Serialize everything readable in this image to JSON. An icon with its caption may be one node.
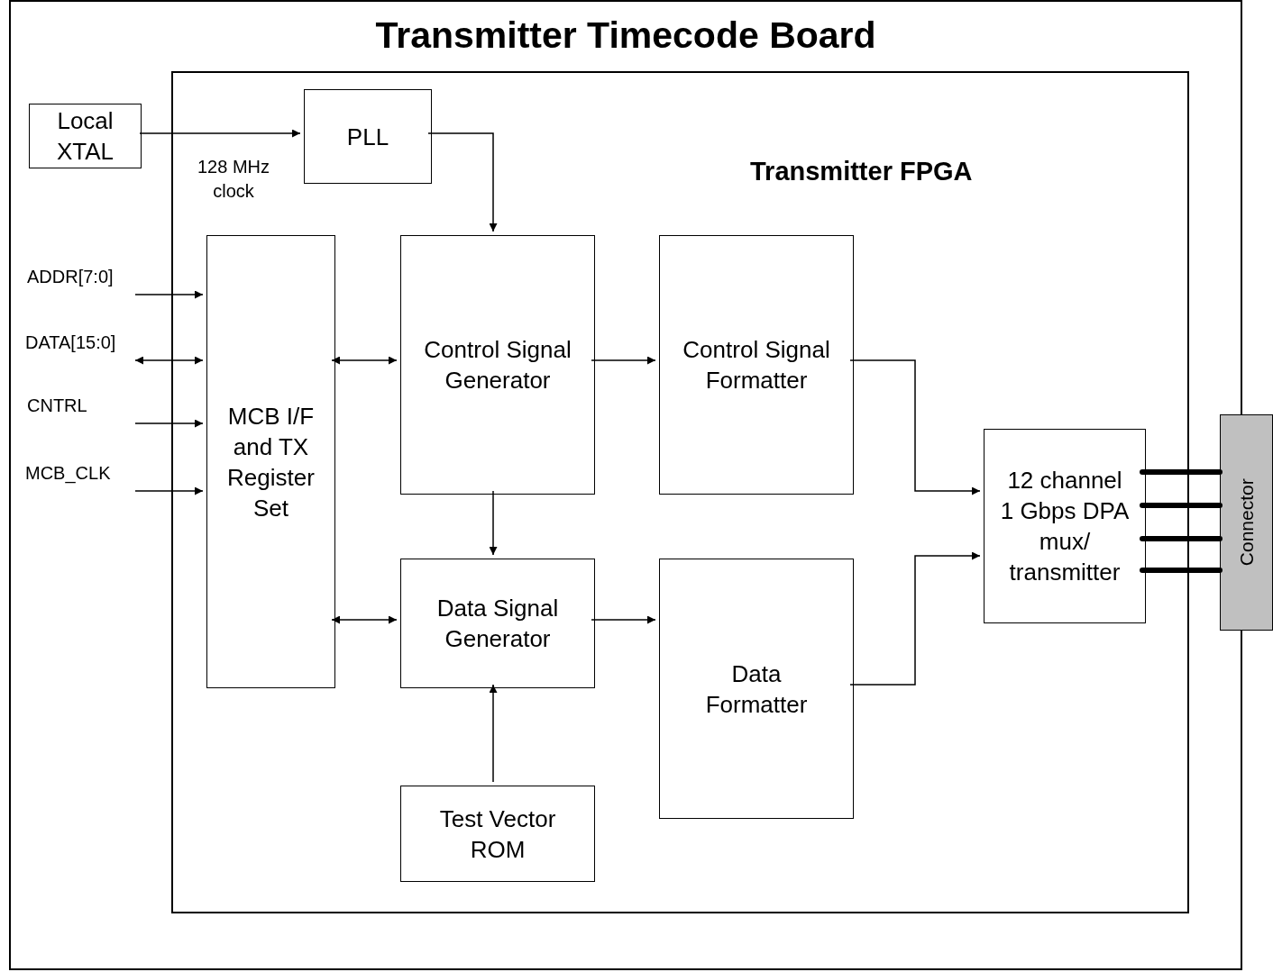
{
  "diagram": {
    "nodes": [
      {
        "text": [
          "Transmitter Timecode Board"
        ]
      },
      {
        "text": [
          "Transmitter FPGA"
        ],
        "in": 0
      },
      {
        "text": [
          "Local XTAL"
        ],
        "in": 0
      },
      {
        "text": [
          "PLL"
        ],
        "in": 1
      },
      {
        "text": [
          "MCB I/F and TX Register Set"
        ],
        "in": 1
      },
      {
        "text": [
          "Control Signal Generator"
        ],
        "in": 1
      },
      {
        "text": [
          "Control Signal Formatter"
        ],
        "in": 1
      },
      {
        "text": [
          "Data Signal Generator"
        ],
        "in": 1
      },
      {
        "text": [
          "Data Formatter"
        ],
        "in": 1
      },
      {
        "text": [
          "Test Vector ROM"
        ],
        "in": 1
      },
      {
        "text": [
          "12 channel 1 Gbps DPA mux/ transmitter"
        ],
        "in": 1
      },
      {
        "text": [
          "Connector"
        ]
      }
    ],
    "edges": [
      {
        "from": null,
        "to": 4,
        "arrow": "to",
        "label": "ADDR[7:0]"
      },
      {
        "from": null,
        "to": 4,
        "arrow": "both",
        "label": "DATA[15:0]"
      },
      {
        "from": null,
        "to": 4,
        "arrow": "to",
        "label": "CNTRL"
      },
      {
        "from": null,
        "to": 4,
        "arrow": "to",
        "label": "MCB_CLK"
      },
      {
        "from": 2,
        "to": 3,
        "arrow": "to",
        "label": "128 MHz clock"
      },
      {
        "from": 3,
        "to": 5,
        "arrow": "to"
      },
      {
        "from": 4,
        "to": 5,
        "arrow": "both"
      },
      {
        "from": 4,
        "to": 7,
        "arrow": "both"
      },
      {
        "from": 5,
        "to": 6,
        "arrow": "to"
      },
      {
        "from": 5,
        "to": 7,
        "arrow": "to"
      },
      {
        "from": 7,
        "to": 8,
        "arrow": "to"
      },
      {
        "from": 9,
        "to": 7,
        "arrow": "to"
      },
      {
        "from": 6,
        "to": 10,
        "arrow": "to"
      },
      {
        "from": 8,
        "to": 10,
        "arrow": "to"
      },
      {
        "from": 10,
        "to": 11,
        "arrow": "none",
        "style": "thick"
      },
      {
        "from": 10,
        "to": 11,
        "arrow": "none",
        "style": "thick"
      },
      {
        "from": 10,
        "to": 11,
        "arrow": "none",
        "style": "thick"
      },
      {
        "from": 10,
        "to": 11,
        "arrow": "none",
        "style": "thick"
      }
    ]
  }
}
